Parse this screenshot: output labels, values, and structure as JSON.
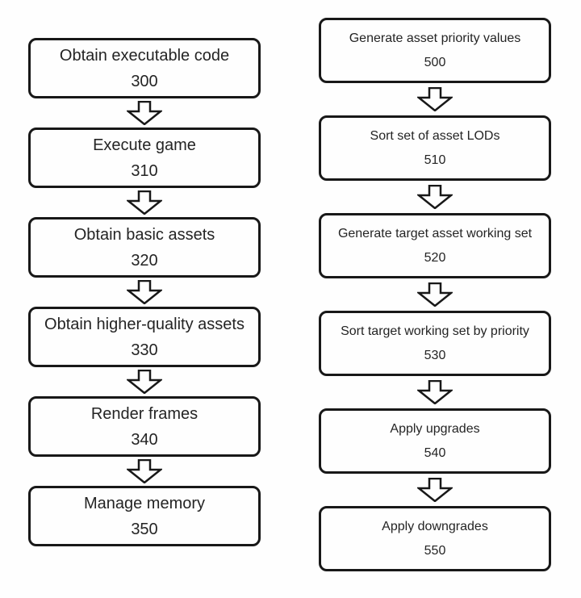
{
  "figure": {
    "background_color": "#fefefe",
    "line_color": "#181818",
    "text_color": "#242424",
    "arrow_icon": "down-block-arrow"
  },
  "columns": {
    "left": {
      "steps": [
        {
          "label": "Obtain executable code",
          "number": "300"
        },
        {
          "label": "Execute game",
          "number": "310"
        },
        {
          "label": "Obtain basic assets",
          "number": "320"
        },
        {
          "label": "Obtain higher-quality assets",
          "number": "330"
        },
        {
          "label": "Render frames",
          "number": "340"
        },
        {
          "label": "Manage memory",
          "number": "350"
        }
      ]
    },
    "right": {
      "steps": [
        {
          "label": "Generate asset priority values",
          "number": "500"
        },
        {
          "label": "Sort set of asset LODs",
          "number": "510"
        },
        {
          "label": "Generate target asset working set",
          "number": "520"
        },
        {
          "label": "Sort target working set by priority",
          "number": "530"
        },
        {
          "label": "Apply upgrades",
          "number": "540"
        },
        {
          "label": "Apply downgrades",
          "number": "550"
        }
      ]
    }
  }
}
